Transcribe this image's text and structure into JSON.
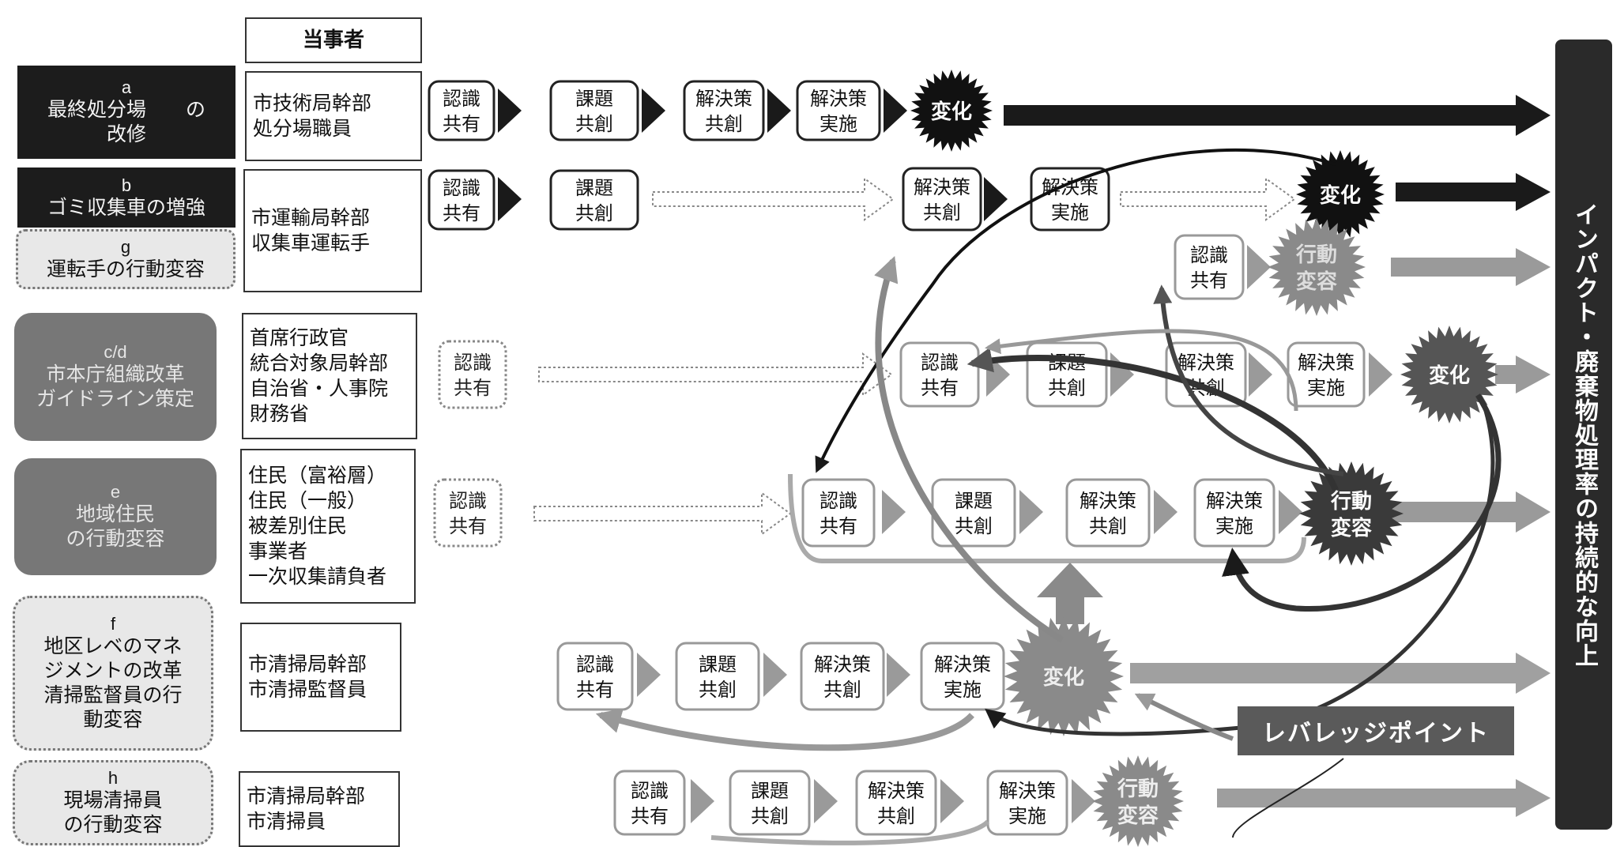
{
  "header": {
    "actors_heading": "当事者"
  },
  "rows": [
    {
      "id": "a",
      "letter": "a",
      "title_lines": [
        "最終処分場　　の",
        "改修"
      ],
      "style": "dark",
      "actors": [
        "市技術局幹部",
        "処分場職員"
      ]
    },
    {
      "id": "b",
      "letter": "b",
      "title_lines": [
        "ゴミ収集車の増強"
      ],
      "style": "dark",
      "actors": [
        "市運輸局幹部",
        "収集車運転手"
      ]
    },
    {
      "id": "g",
      "letter": "g",
      "title_lines": [
        "運転手の行動変容"
      ],
      "style": "light",
      "actors": []
    },
    {
      "id": "cd",
      "letter": "c/d",
      "title_lines": [
        "市本庁組織改革",
        "ガイドライン策定"
      ],
      "style": "mid",
      "actors": [
        "首席行政官",
        "統合対象局幹部",
        "自治省・人事院",
        "財務省"
      ]
    },
    {
      "id": "e",
      "letter": "e",
      "title_lines": [
        "地域住民",
        "の行動変容"
      ],
      "style": "mid",
      "actors": [
        "住民（富裕層）",
        "住民（一般）",
        "被差別住民",
        "事業者",
        "一次収集請負者"
      ]
    },
    {
      "id": "f",
      "letter": "f",
      "title_lines": [
        "地区レベのマネ",
        "ジメントの改革",
        "清掃監督員の行",
        "動変容"
      ],
      "style": "light",
      "actors": [
        "市清掃局幹部",
        "市清掃監督員"
      ]
    },
    {
      "id": "h",
      "letter": "h",
      "title_lines": [
        "現場清掃員",
        "の行動変容"
      ],
      "style": "light",
      "actors": [
        "市清掃局幹部",
        "市清掃員"
      ]
    }
  ],
  "steps": {
    "recognition": [
      "認識",
      "共有"
    ],
    "issue": [
      "課題",
      "共創"
    ],
    "solution_create": [
      "解決策",
      "共創"
    ],
    "solution_implement": [
      "解決策",
      "実施"
    ]
  },
  "outcomes": {
    "change": "変化",
    "behavior_change": [
      "行動",
      "変容"
    ]
  },
  "leverage_point": "レバレッジポイント",
  "impact": "インパクト・廃棄物処理率の持続的な向上",
  "colors": {
    "dark": "#1c1c1c",
    "mid": "#777777",
    "light": "#9a9a9a",
    "impact": "#2a2a2a"
  }
}
